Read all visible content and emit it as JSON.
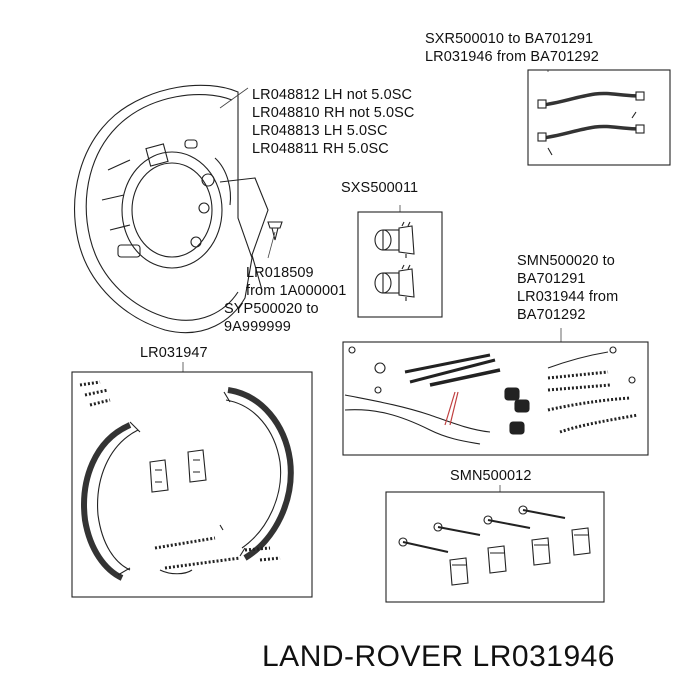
{
  "labels": {
    "lr031946_range": [
      "SXR500010 to BA701291",
      "LR031946 from BA701292"
    ],
    "backing_plate": [
      "LR048812 LH not 5.0SC",
      "LR048810 RH not 5.0SC",
      "LR048813 LH 5.0SC",
      "LR048811 RH 5.0SC"
    ],
    "sxs500011": "SXS500011",
    "lr018509": [
      "LR018509",
      "from 1A000001",
      "SYP500020 to",
      "9A999999"
    ],
    "smn500020": [
      "SMN500020 to",
      "BA701291",
      "LR031944 from",
      "BA701292"
    ],
    "lr031947": "LR031947",
    "smn500012": "SMN500012"
  },
  "brand": "LAND-ROVER LR031946"
}
